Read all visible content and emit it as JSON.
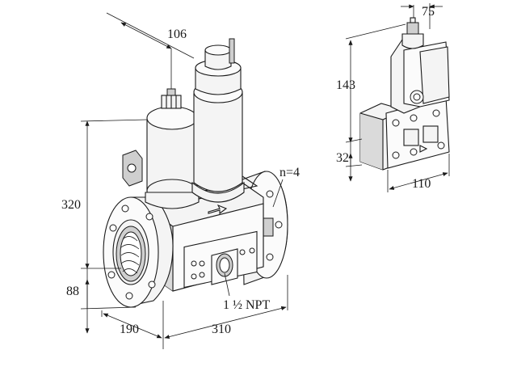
{
  "drawing": {
    "main_view": {
      "labels": {
        "dim_top": "106",
        "dim_height": "320",
        "dim_base": "88",
        "dim_depth": "190",
        "dim_length": "310",
        "bolt_count": "n=4",
        "port_size": "1 ½ NPT"
      }
    },
    "side_view": {
      "labels": {
        "dim_width_top": "75",
        "dim_height_top": "143",
        "dim_height_lower": "32",
        "dim_width_base": "110"
      }
    }
  }
}
